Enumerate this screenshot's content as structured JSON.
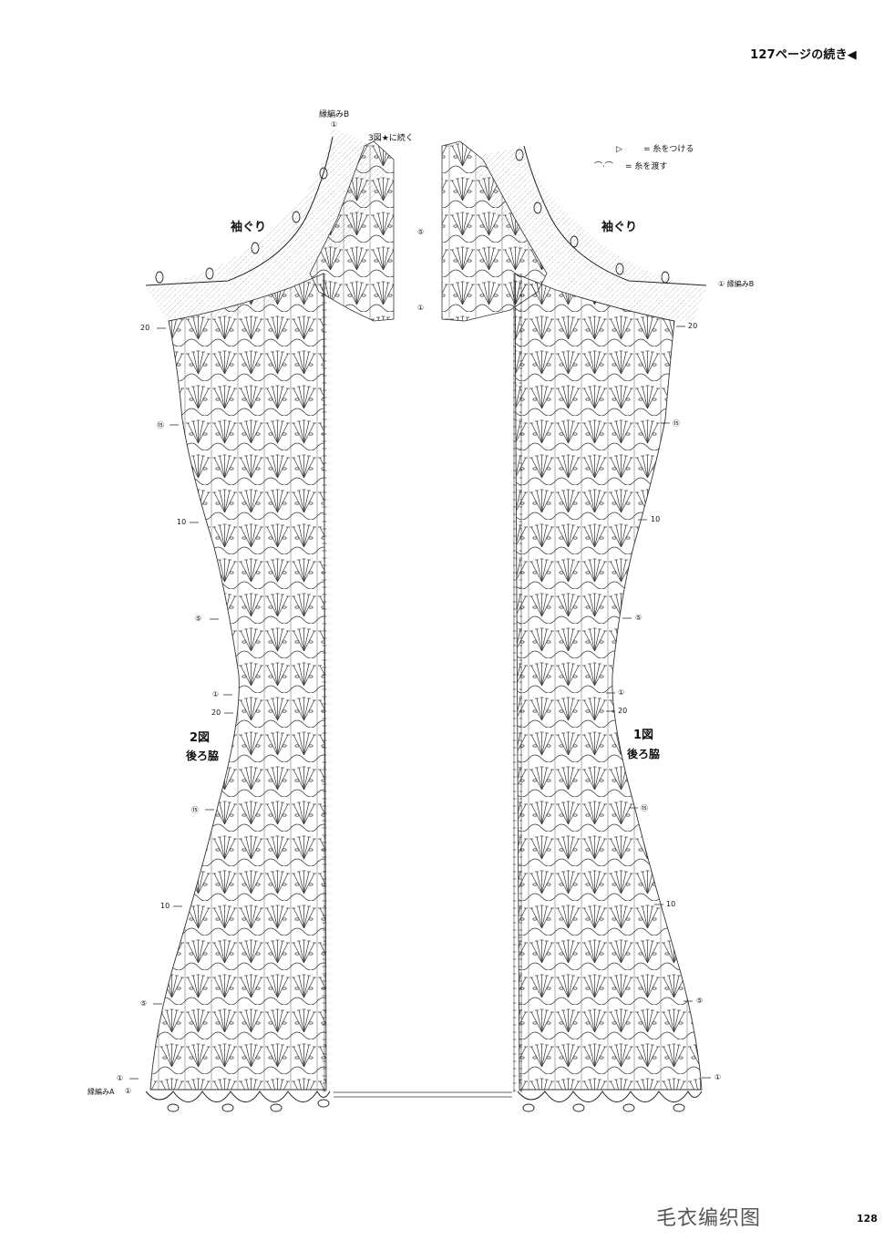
{
  "header": {
    "continuation": "127ページの続き◀"
  },
  "legend": {
    "attach_yarn": "= 糸をつける",
    "pass_yarn": "= 糸を渡す"
  },
  "left_panel": {
    "edge_b_label": "縁編みB",
    "edge_b_row": "①",
    "continue_label": "3図★に続く",
    "armhole_label": "袖ぐり",
    "figure_label": "2図",
    "part_label": "後ろ脇",
    "edge_a_label": "縁編みA",
    "edge_a_row": "①",
    "row_marks": [
      "20",
      "⑮",
      "10",
      "⑤",
      "①",
      "20",
      "⑮",
      "10",
      "⑤",
      "①"
    ]
  },
  "right_panel": {
    "armhole_label": "袖ぐり",
    "edge_b_label": "① 縁編みB",
    "figure_label": "1図",
    "part_label": "後ろ脇",
    "top_marks": [
      "⑤",
      "①"
    ],
    "row_marks": [
      "20",
      "⑮",
      "10",
      "⑤",
      "①",
      "20",
      "⑮",
      "10",
      "⑤",
      "①"
    ]
  },
  "footer": {
    "watermark": "毛衣编织图",
    "page_number": "128"
  }
}
